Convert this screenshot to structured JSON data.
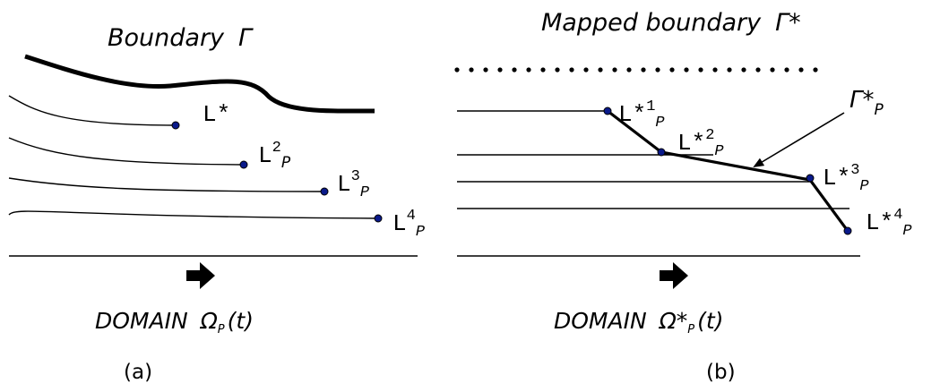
{
  "panel_a": {
    "title": "Boundary",
    "title_symbol": "Γ",
    "labels": {
      "l1_base": "L*",
      "l2_base": "L",
      "l2_sup": "2",
      "l2_sub": "P",
      "l3_base": "L",
      "l3_sup": "3",
      "l3_sub": "P",
      "l4_base": "L",
      "l4_sup": "4",
      "l4_sub": "P"
    },
    "domain_word": "DOMAIN",
    "domain_symbol": "Ω",
    "domain_sub": "P",
    "domain_arg": "(t)",
    "caption": "(a)"
  },
  "panel_b": {
    "title": "Mapped boundary",
    "title_symbol": "Γ*",
    "gamma_label": "Γ*",
    "gamma_sub": "P",
    "labels": {
      "l1_base": "L*",
      "l1_sup": "1",
      "l1_sub": "P",
      "l2_base": "L*",
      "l2_sup": "2",
      "l2_sub": "P",
      "l3_base": "L*",
      "l3_sup": "3",
      "l3_sub": "P",
      "l4_base": "L*",
      "l4_sup": "4",
      "l4_sub": "P"
    },
    "domain_word": "DOMAIN",
    "domain_symbol": "Ω*",
    "domain_sub": "P",
    "domain_arg": "(t)",
    "caption": "(b)"
  },
  "colors": {
    "marker": "#0a1a8a",
    "ink": "#000000"
  }
}
